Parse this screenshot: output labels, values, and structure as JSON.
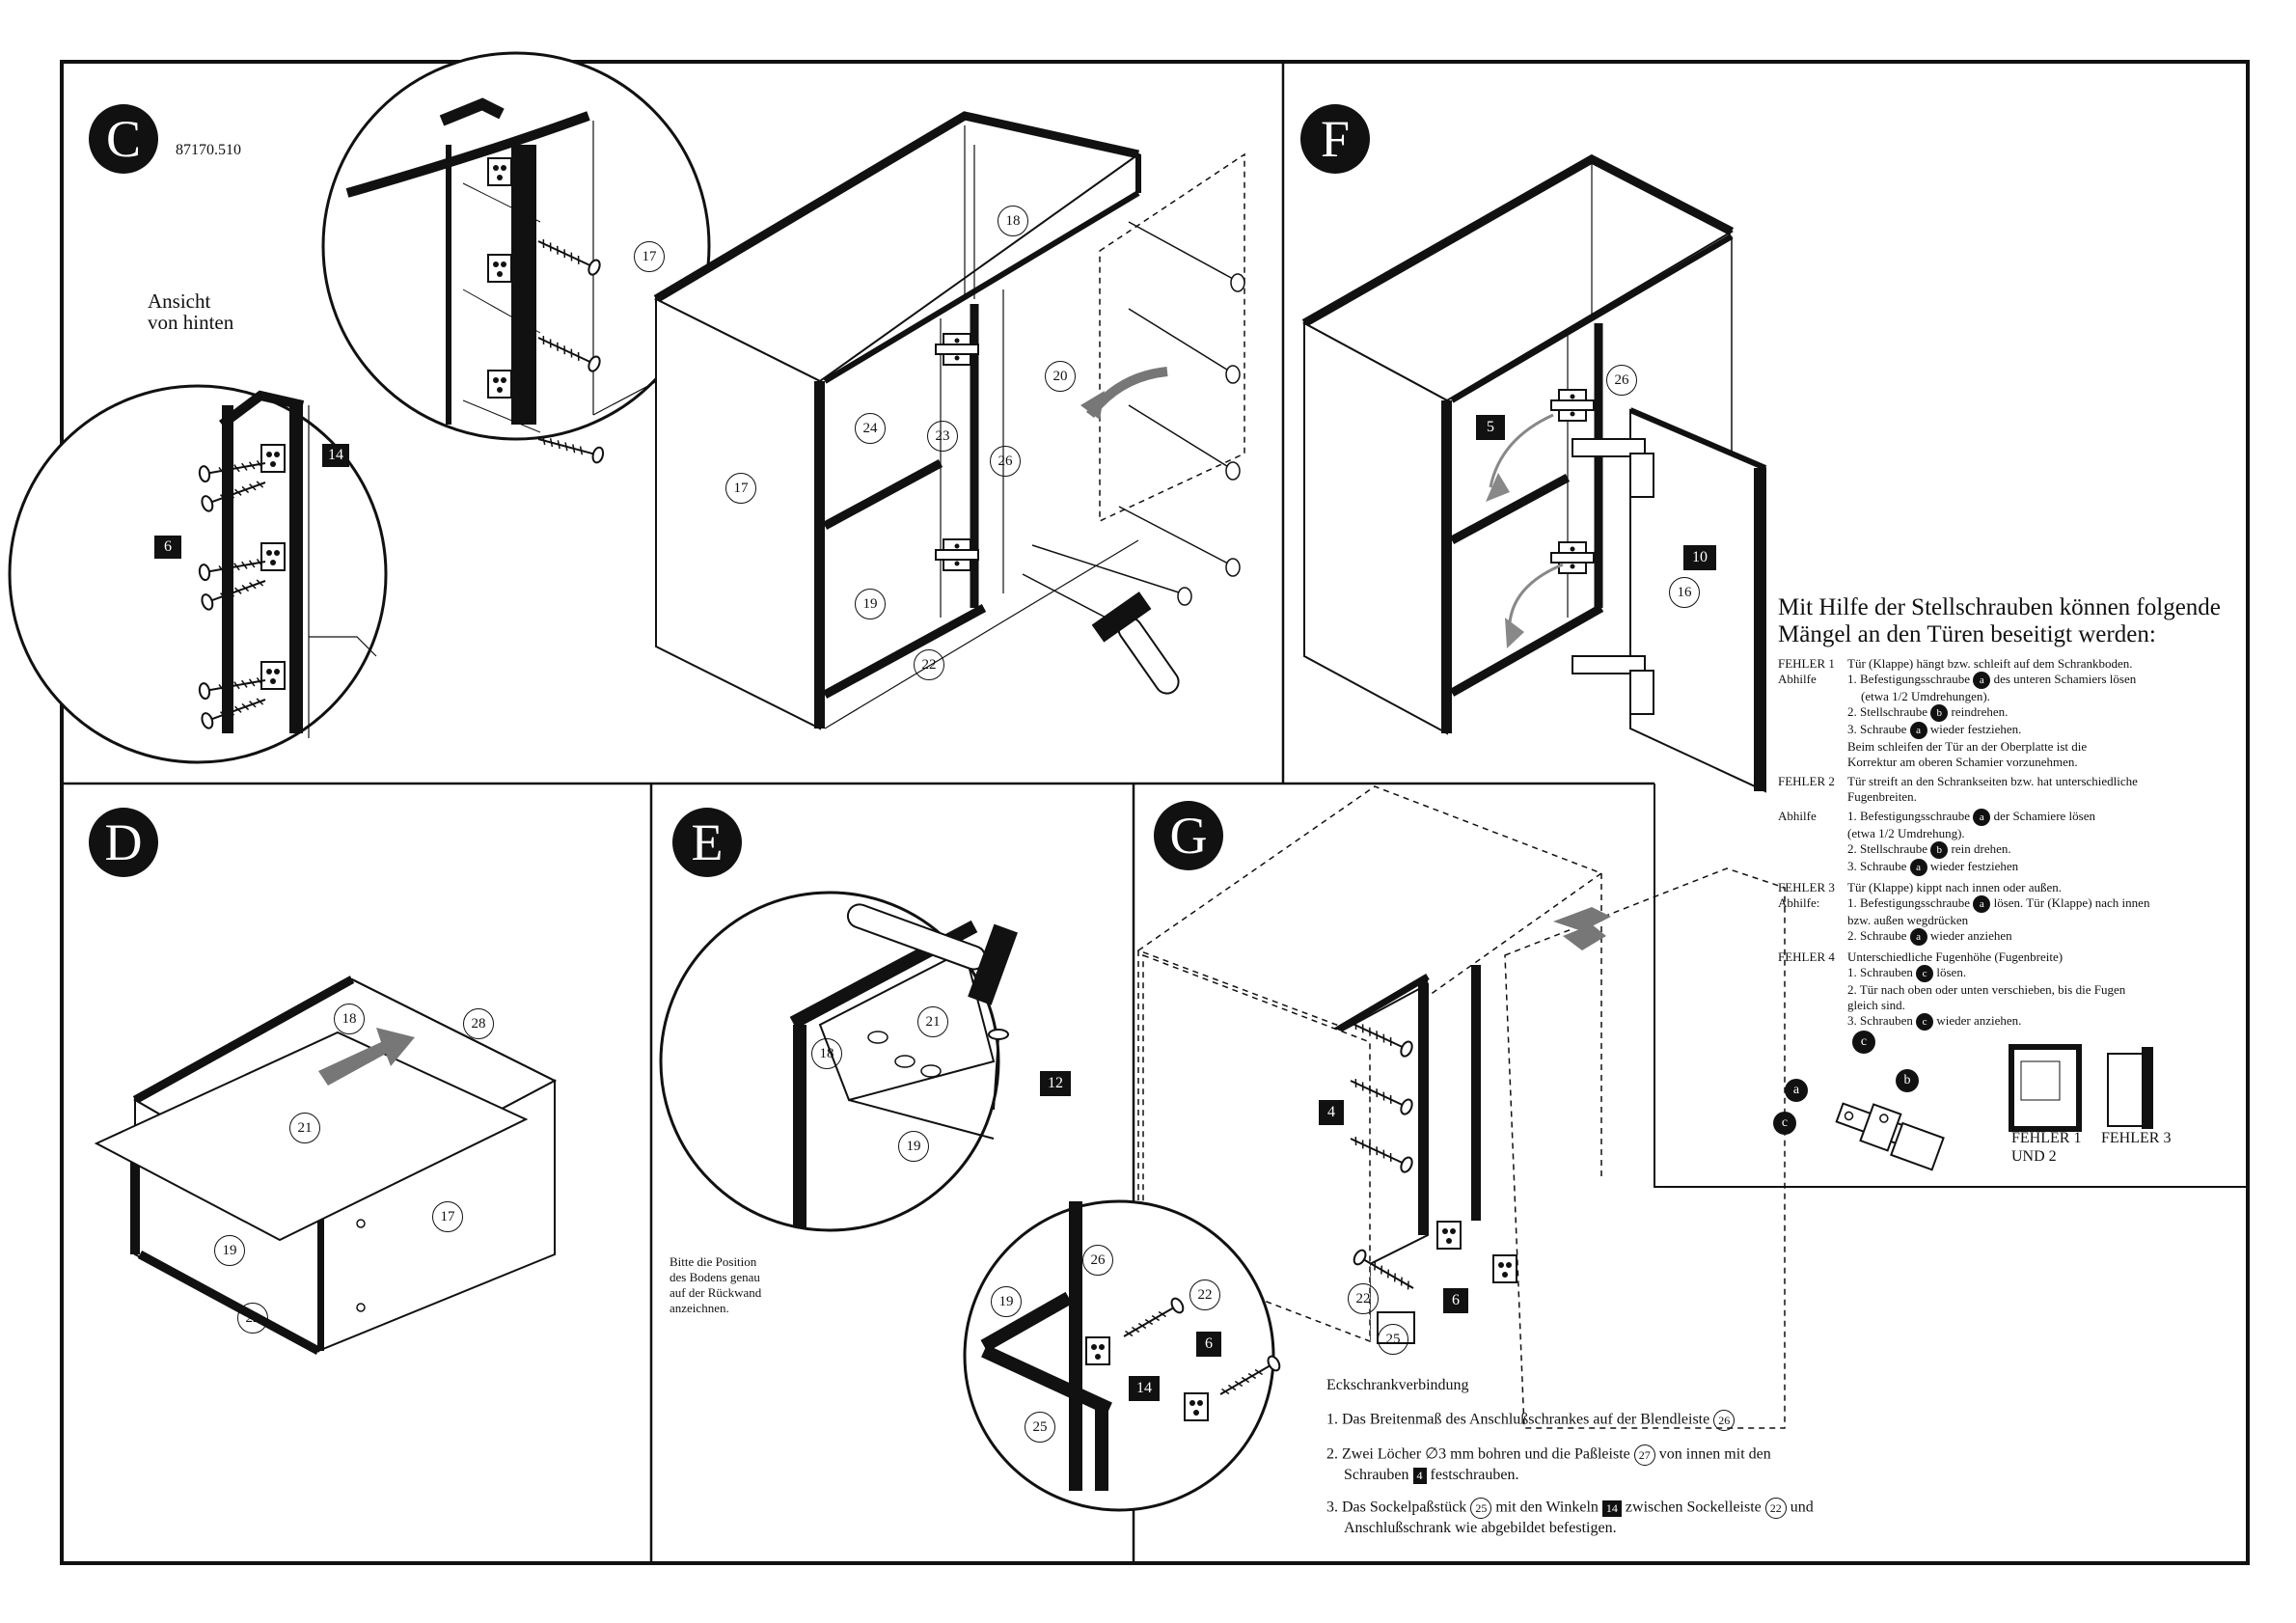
{
  "article_number": "87170.510",
  "sections": {
    "C": {
      "label": "C",
      "view_caption_line1": "Ansicht",
      "view_caption_line2": "von hinten"
    },
    "D": {
      "label": "D"
    },
    "E": {
      "label": "E",
      "note_lines": [
        "Bitte die Position",
        "des Bodens genau",
        "auf der Rückwand",
        "anzeichnen."
      ]
    },
    "F": {
      "label": "F"
    },
    "G": {
      "label": "G"
    }
  },
  "part_labels": {
    "c_17a": "17",
    "c_17b": "17",
    "c_18": "18",
    "c_20": "20",
    "c_24": "24",
    "c_23": "23",
    "c_26": "26",
    "c_19": "19",
    "c_22": "22",
    "c_6": "6",
    "c_14": "14",
    "d_18": "18",
    "d_28": "28",
    "d_21": "21",
    "d_17": "17",
    "d_19": "19",
    "d_22": "22",
    "e_18": "18",
    "e_21": "21",
    "e_19": "19",
    "e_12": "12",
    "f_26": "26",
    "f_5": "5",
    "f_10": "10",
    "f_16": "16",
    "g_4": "4",
    "g_6a": "6",
    "g_22a": "22",
    "g_25a": "25",
    "g_26": "26",
    "g_19": "19",
    "g_22b": "22",
    "g_6b": "6",
    "g_14": "14",
    "g_25b": "25"
  },
  "adjust_panel": {
    "heading_line1": "Mit Hilfe der Stellschrauben können folgende",
    "heading_line2": "Mängel an den Türen beseitigt werden:",
    "f1_code": "FEHLER 1",
    "f1_text": "Tür (Klappe) hängt bzw. schleift auf dem Schrankboden.",
    "f1_fix_label": "Abhilfe",
    "f1_s1a": "1. Befestigungsschraube",
    "f1_s1b": "des unteren Schamiers lösen",
    "f1_s1c": "(etwa 1/2 Umdrehungen).",
    "f1_s2a": "2. Stellschraube",
    "f1_s2b": "reindrehen.",
    "f1_s3a": "3. Schraube",
    "f1_s3b": "wieder festziehen.",
    "f1_s4": "Beim schleifen der Tür an der Oberplatte ist die",
    "f1_s5": "Korrektur am oberen Schamier vorzunehmen.",
    "f2_code": "FEHLER 2",
    "f2_text": "Tür streift an den Schrankseiten bzw. hat unterschiedliche",
    "f2_text2": "Fugenbreiten.",
    "f2_fix_label": "Abhilfe",
    "f2_s1a": "1. Befestigungsschraube",
    "f2_s1b": "der Schamiere lösen",
    "f2_s1c": "(etwa 1/2 Umdrehung).",
    "f2_s2a": "2. Stellschraube",
    "f2_s2b": "rein drehen.",
    "f2_s3a": "3. Schraube",
    "f2_s3b": "wieder festziehen",
    "f3_code": "FEHLER 3",
    "f3_text": "Tür (Klappe) kippt nach innen oder außen.",
    "f3_fix_label": "Abhilfe:",
    "f3_s1a": "1. Befestigungsschraube",
    "f3_s1b": "lösen. Tür (Klappe) nach innen",
    "f3_s1c": "bzw. außen wegdrücken",
    "f3_s2a": "2. Schraube",
    "f3_s2b": "wieder anziehen",
    "f4_code": "FEHLER 4",
    "f4_text": "Unterschiedliche Fugenhöhe (Fugenbreite)",
    "f4_s1a": "1. Schrauben",
    "f4_s1b": "lösen.",
    "f4_s2": "2. Tür nach oben oder unten verschieben, bis die Fugen",
    "f4_s2b": "gleich sind.",
    "f4_s3a": "3. Schrauben",
    "f4_s3b": "wieder anziehen.",
    "bullet_a": "a",
    "bullet_b": "b",
    "bullet_c": "c",
    "caption_f12_line1": "FEHLER 1",
    "caption_f12_line2": "UND 2",
    "caption_f3": "FEHLER 3"
  },
  "corner_connection": {
    "title": "Eckschrankverbindung",
    "step1a": "1. Das Breitenmaß des Anschlußschrankes auf der Blendleiste",
    "step1_part": "26",
    "step2a": "2. Zwei Löcher   ∅3 mm bohren und die Paßleiste",
    "step2_part": "27",
    "step2b": "von innen mit den",
    "step2c": "Schrauben",
    "step2_screw": "4",
    "step2d": "festschrauben.",
    "step3a": "3. Das Sockelpaßstück",
    "step3_part1": "25",
    "step3b": "mit den Winkeln",
    "step3_part2": "14",
    "step3c": "zwischen Sockelleiste",
    "step3_part3": "22",
    "step3d": "und",
    "step3e": "Anschlußschrank wie abgebildet befestigen."
  }
}
